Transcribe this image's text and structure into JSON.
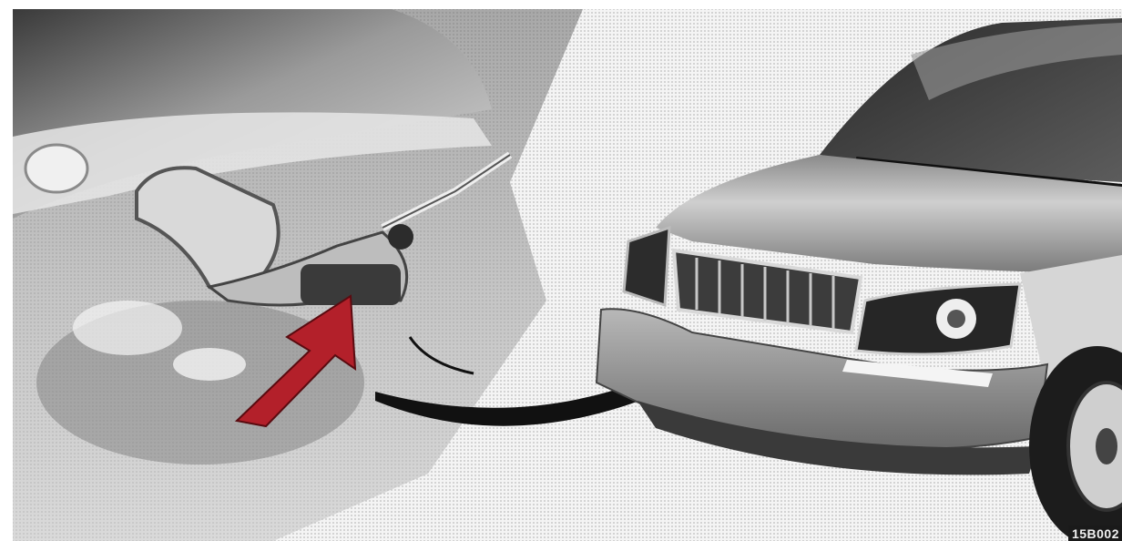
{
  "figure": {
    "illustration_code": "15B002",
    "colors": {
      "arrow_red": "#b3202a",
      "arrow_black": "#111111",
      "paper": "#ffffff"
    },
    "icons": [
      "hood-latch-closeup",
      "red-push-arrow-icon",
      "curved-pointer-arrow-icon",
      "suv-front-view"
    ]
  }
}
